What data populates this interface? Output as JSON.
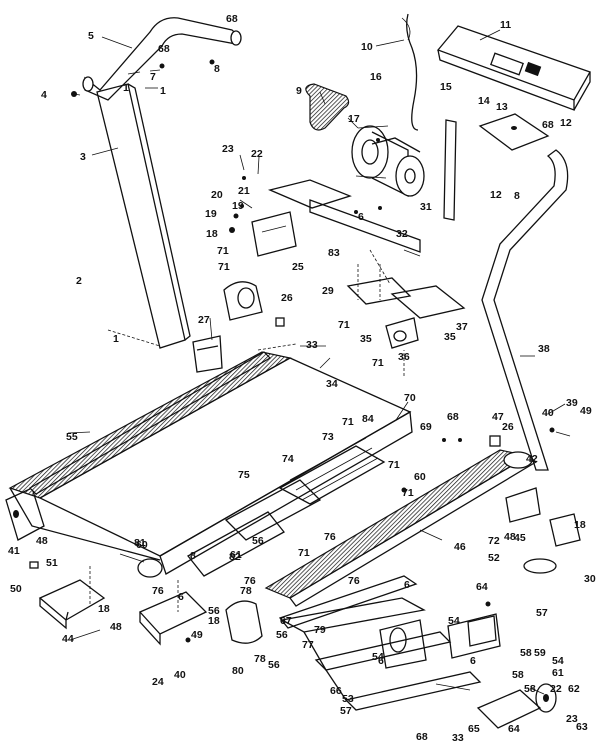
{
  "diagram": {
    "type": "exploded-parts-diagram",
    "part_labels": [
      {
        "id": "lbl-1",
        "text": "1"
      },
      {
        "id": "lbl-1b",
        "text": "1"
      },
      {
        "id": "lbl-1c",
        "text": "1"
      },
      {
        "id": "lbl-2",
        "text": "2"
      },
      {
        "id": "lbl-3",
        "text": "3"
      },
      {
        "id": "lbl-4",
        "text": "4"
      },
      {
        "id": "lbl-5",
        "text": "5"
      },
      {
        "id": "lbl-6",
        "text": "6"
      },
      {
        "id": "lbl-6b",
        "text": "6"
      },
      {
        "id": "lbl-6c",
        "text": "6"
      },
      {
        "id": "lbl-6d",
        "text": "6"
      },
      {
        "id": "lbl-6e",
        "text": "6"
      },
      {
        "id": "lbl-7",
        "text": "7"
      },
      {
        "id": "lbl-8",
        "text": "8"
      },
      {
        "id": "lbl-8b",
        "text": "8"
      },
      {
        "id": "lbl-8c",
        "text": "8"
      },
      {
        "id": "lbl-9",
        "text": "9"
      },
      {
        "id": "lbl-10",
        "text": "10"
      },
      {
        "id": "lbl-11",
        "text": "11"
      },
      {
        "id": "lbl-12",
        "text": "12"
      },
      {
        "id": "lbl-12b",
        "text": "12"
      },
      {
        "id": "lbl-13",
        "text": "13"
      },
      {
        "id": "lbl-14",
        "text": "14"
      },
      {
        "id": "lbl-15",
        "text": "15"
      },
      {
        "id": "lbl-16",
        "text": "16"
      },
      {
        "id": "lbl-17",
        "text": "17"
      },
      {
        "id": "lbl-18",
        "text": "18"
      },
      {
        "id": "lbl-18b",
        "text": "18"
      },
      {
        "id": "lbl-18c",
        "text": "18"
      },
      {
        "id": "lbl-18d",
        "text": "18"
      },
      {
        "id": "lbl-19",
        "text": "19"
      },
      {
        "id": "lbl-19b",
        "text": "19"
      },
      {
        "id": "lbl-20",
        "text": "20"
      },
      {
        "id": "lbl-21",
        "text": "21"
      },
      {
        "id": "lbl-22",
        "text": "22"
      },
      {
        "id": "lbl-22b",
        "text": "22"
      },
      {
        "id": "lbl-23",
        "text": "23"
      },
      {
        "id": "lbl-23b",
        "text": "23"
      },
      {
        "id": "lbl-24",
        "text": "24"
      },
      {
        "id": "lbl-25",
        "text": "25"
      },
      {
        "id": "lbl-26",
        "text": "26"
      },
      {
        "id": "lbl-26b",
        "text": "26"
      },
      {
        "id": "lbl-27",
        "text": "27"
      },
      {
        "id": "lbl-29",
        "text": "29"
      },
      {
        "id": "lbl-30",
        "text": "30"
      },
      {
        "id": "lbl-31",
        "text": "31"
      },
      {
        "id": "lbl-32",
        "text": "32"
      },
      {
        "id": "lbl-33",
        "text": "33"
      },
      {
        "id": "lbl-33b",
        "text": "33"
      },
      {
        "id": "lbl-34",
        "text": "34"
      },
      {
        "id": "lbl-35",
        "text": "35"
      },
      {
        "id": "lbl-35b",
        "text": "35"
      },
      {
        "id": "lbl-36",
        "text": "36"
      },
      {
        "id": "lbl-37",
        "text": "37"
      },
      {
        "id": "lbl-38",
        "text": "38"
      },
      {
        "id": "lbl-39",
        "text": "39"
      },
      {
        "id": "lbl-40",
        "text": "40"
      },
      {
        "id": "lbl-40b",
        "text": "40"
      },
      {
        "id": "lbl-41",
        "text": "41"
      },
      {
        "id": "lbl-42",
        "text": "42"
      },
      {
        "id": "lbl-44",
        "text": "44"
      },
      {
        "id": "lbl-45",
        "text": "45"
      },
      {
        "id": "lbl-46",
        "text": "46"
      },
      {
        "id": "lbl-47",
        "text": "47"
      },
      {
        "id": "lbl-48",
        "text": "48"
      },
      {
        "id": "lbl-48b",
        "text": "48"
      },
      {
        "id": "lbl-48c",
        "text": "48"
      },
      {
        "id": "lbl-49",
        "text": "49"
      },
      {
        "id": "lbl-49b",
        "text": "49"
      },
      {
        "id": "lbl-50",
        "text": "50"
      },
      {
        "id": "lbl-51",
        "text": "51"
      },
      {
        "id": "lbl-52",
        "text": "52"
      },
      {
        "id": "lbl-53",
        "text": "53"
      },
      {
        "id": "lbl-54",
        "text": "54"
      },
      {
        "id": "lbl-54b",
        "text": "54"
      },
      {
        "id": "lbl-54c",
        "text": "54"
      },
      {
        "id": "lbl-55",
        "text": "55"
      },
      {
        "id": "lbl-56",
        "text": "56"
      },
      {
        "id": "lbl-56b",
        "text": "56"
      },
      {
        "id": "lbl-56c",
        "text": "56"
      },
      {
        "id": "lbl-56d",
        "text": "56"
      },
      {
        "id": "lbl-57",
        "text": "57"
      },
      {
        "id": "lbl-57b",
        "text": "57"
      },
      {
        "id": "lbl-58",
        "text": "58"
      },
      {
        "id": "lbl-58b",
        "text": "58"
      },
      {
        "id": "lbl-58c",
        "text": "58"
      },
      {
        "id": "lbl-59",
        "text": "59"
      },
      {
        "id": "lbl-60",
        "text": "60"
      },
      {
        "id": "lbl-60b",
        "text": "60"
      },
      {
        "id": "lbl-61",
        "text": "61"
      },
      {
        "id": "lbl-61b",
        "text": "61"
      },
      {
        "id": "lbl-62",
        "text": "62"
      },
      {
        "id": "lbl-63",
        "text": "63"
      },
      {
        "id": "lbl-64",
        "text": "64"
      },
      {
        "id": "lbl-64b",
        "text": "64"
      },
      {
        "id": "lbl-65",
        "text": "65"
      },
      {
        "id": "lbl-66",
        "text": "66"
      },
      {
        "id": "lbl-67",
        "text": "67"
      },
      {
        "id": "lbl-68",
        "text": "68"
      },
      {
        "id": "lbl-68b",
        "text": "68"
      },
      {
        "id": "lbl-68c",
        "text": "68"
      },
      {
        "id": "lbl-68d",
        "text": "68"
      },
      {
        "id": "lbl-68e",
        "text": "68"
      },
      {
        "id": "lbl-69",
        "text": "69"
      },
      {
        "id": "lbl-70",
        "text": "70"
      },
      {
        "id": "lbl-71",
        "text": "71"
      },
      {
        "id": "lbl-71b",
        "text": "71"
      },
      {
        "id": "lbl-71c",
        "text": "71"
      },
      {
        "id": "lbl-71d",
        "text": "71"
      },
      {
        "id": "lbl-71e",
        "text": "71"
      },
      {
        "id": "lbl-71f",
        "text": "71"
      },
      {
        "id": "lbl-71g",
        "text": "71"
      },
      {
        "id": "lbl-71h",
        "text": "71"
      },
      {
        "id": "lbl-72",
        "text": "72"
      },
      {
        "id": "lbl-73",
        "text": "73"
      },
      {
        "id": "lbl-74",
        "text": "74"
      },
      {
        "id": "lbl-75",
        "text": "75"
      },
      {
        "id": "lbl-76",
        "text": "76"
      },
      {
        "id": "lbl-76b",
        "text": "76"
      },
      {
        "id": "lbl-76c",
        "text": "76"
      },
      {
        "id": "lbl-76d",
        "text": "76"
      },
      {
        "id": "lbl-77",
        "text": "77"
      },
      {
        "id": "lbl-78",
        "text": "78"
      },
      {
        "id": "lbl-78b",
        "text": "78"
      },
      {
        "id": "lbl-79",
        "text": "79"
      },
      {
        "id": "lbl-80",
        "text": "80"
      },
      {
        "id": "lbl-81",
        "text": "81"
      },
      {
        "id": "lbl-82",
        "text": "82"
      },
      {
        "id": "lbl-83",
        "text": "83"
      },
      {
        "id": "lbl-84",
        "text": "84"
      }
    ]
  }
}
